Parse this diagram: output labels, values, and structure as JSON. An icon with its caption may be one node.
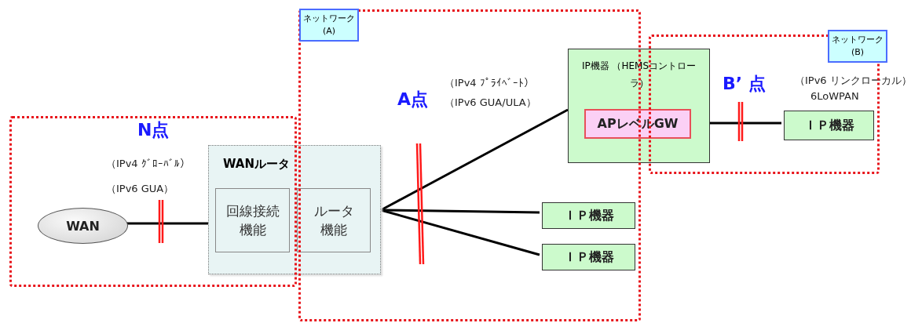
{
  "diagram": {
    "nodes": [
      {
        "text": [
          "N点"
        ]
      },
      {
        "text": [
          "ネットワーク (A)"
        ]
      },
      {
        "text": [
          "ネットワーク (B)"
        ]
      },
      {
        "text": [
          "WAN"
        ],
        "in": 0
      },
      {
        "text": [
          "WANルータ"
        ]
      },
      {
        "text": [
          "回線接続機能"
        ]
      },
      {
        "text": [
          "ルータ機能"
        ]
      },
      {
        "text": [
          "IP機器 （HEMSコントローラ）"
        ]
      },
      {
        "text": [
          "APレベルGW"
        ],
        "in": 7
      },
      {
        "text": [
          "ＩＰ機器"
        ],
        "in": 2
      },
      {
        "text": [
          "ＩＰ機器"
        ],
        "in": 1
      },
      {
        "text": [
          "ＩＰ機器"
        ],
        "in": 1
      }
    ],
    "edges": [
      {
        "from": 3,
        "to": 5,
        "arrow": "none"
      },
      {
        "from": 4,
        "to": 7,
        "arrow": "none"
      },
      {
        "from": 4,
        "to": 10,
        "arrow": "none"
      },
      {
        "from": 4,
        "to": 11,
        "arrow": "none"
      },
      {
        "from": 8,
        "to": 9,
        "arrow": "none"
      }
    ],
    "labels": [
      "（IPv4 ｸﾞﾛｰﾊﾞﾙ）",
      "（IPv6 GUA）",
      "A点",
      "（IPv4 ﾌﾟﾗｲﾍﾞｰﾄ）",
      "（IPv6 GUA/ULA）",
      "B’ 点",
      "（IPv6 リンクローカル）",
      "6LoWPAN"
    ]
  }
}
